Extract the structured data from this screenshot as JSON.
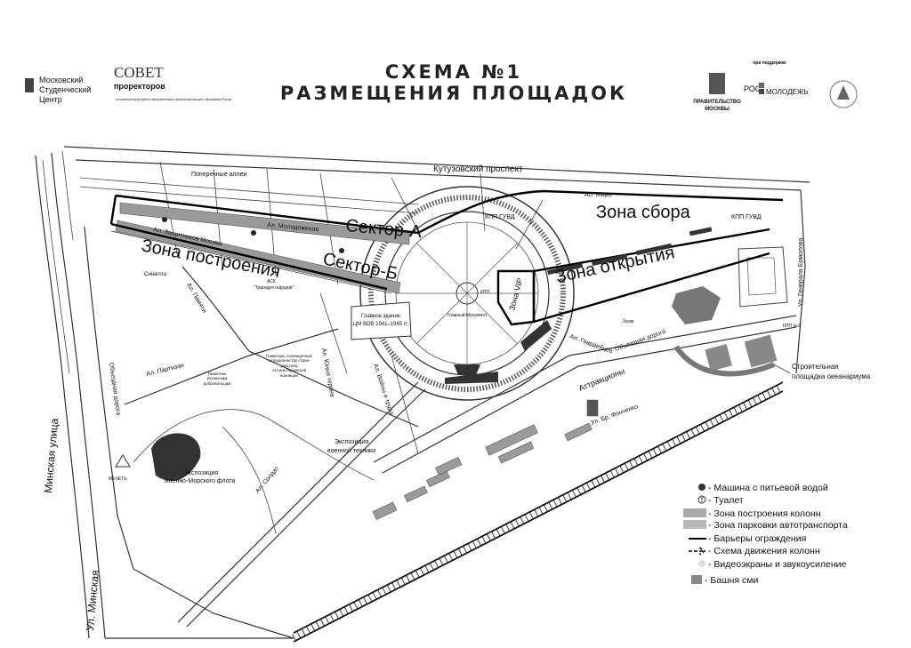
{
  "header": {
    "title_line1": "СХЕМА №1",
    "title_line2": "РАЗМЕЩЕНИЯ ПЛОЩАДОК",
    "support_label": "при поддержке"
  },
  "logos": {
    "msc": [
      "Московский",
      "Студенческий",
      "Центр"
    ],
    "sovet": {
      "line1": "СОВЕТ",
      "line2": "проректоров",
      "sub": "по воспитательной работе образовательных организаций высшего образования России"
    },
    "government": [
      "ПРАВИТЕЛЬСТВО",
      "МОСКВЫ"
    ],
    "rosmolodezh": {
      "part1": "РОС",
      "part2": "МОЛОДЕЖЬ"
    }
  },
  "map": {
    "zones": {
      "postroeniya": "Зона построения",
      "sector_a": "Сектор-А",
      "sector_b": "Сектор-Б",
      "sbora": "Зона сбора",
      "otkrytiya": "Зона открытия",
      "vip": "Зона VIP"
    },
    "streets": {
      "kutuzovsky": "Кутузовский проспект",
      "minskaya": "Минская улица",
      "ul_minskaya": "Ул. Минская",
      "obezdnaya_left": "Объездная дорога",
      "obezdnaya_right": "Объездная дорога",
      "al_mira": "Ал. Мира",
      "al_molodozhenov": "Ал. Молодоженов",
      "al_zashchitnikov": "Ал. Защитников Москвы",
      "al_partizan": "Ал. Партизан",
      "al_pamyati": "Ал. Памяти",
      "al_yunykh_geroev": "Ал. Юных героев",
      "al_soldat": "Ал. Солдат",
      "al_voiny_i_truda": "Ал. Войны и труда",
      "al_gvardeytsev": "Ал. Гвардейцев",
      "al_generala_ermolova": "Ул. Генерала Ермолова",
      "ul_br_fonchenko": "Ул. Бр. Фонченко",
      "poperechnye": "Поперечные аллеи"
    },
    "places": {
      "kpp_gu_vd_1": "КПП ГУВД",
      "kpp_gu_vd_2": "КПП ГУВД",
      "kpp_3": "КПП №3",
      "kpp": "КПП",
      "main_building_1": "Главное здание",
      "main_building_2": "ЦМ ВОВ 1941–1945 гг.",
      "main_monument": "Главный Монумент",
      "ask_1": "АСК",
      "ask_2": "\"Трагедия народов\"",
      "synagogue": "Синагога",
      "monument_coalition": "Памятник, посвященный сотрудничеству стран-участниц Антигитлеровской коалиции",
      "monument_spanish": "Памятник Испанским добровольцам",
      "navy_1": "Экспозиция",
      "navy_2": "Военно-Морского флота",
      "military_1": "Экспозиция",
      "military_2": "военной техники",
      "mosque": "МЕЧЕТЬ",
      "attractions": "Аттракционы",
      "temple": "Храм",
      "oceanarium_1": "Строительная",
      "oceanarium_2": "площадка океанариума"
    }
  },
  "legend": [
    {
      "icon": "water-truck-dot",
      "label": "- Машина с питьевой водой"
    },
    {
      "icon": "toilet-symbol",
      "label": "- Туалет"
    },
    {
      "icon": "column-zone-swatch",
      "label": "- Зона построения колонн"
    },
    {
      "icon": "parking-zone-swatch",
      "label": "- Зона парковки автотранспорта"
    },
    {
      "icon": "barrier-line",
      "label": "- Барьеры ограждения"
    },
    {
      "icon": "arrow-dashed",
      "label": "- Схема движения колонн"
    },
    {
      "icon": "screen-circle",
      "label": "- Видеоэкраны и звукоусиление"
    },
    {
      "icon": "media-tower-square",
      "label": "- Башня сми"
    }
  ]
}
